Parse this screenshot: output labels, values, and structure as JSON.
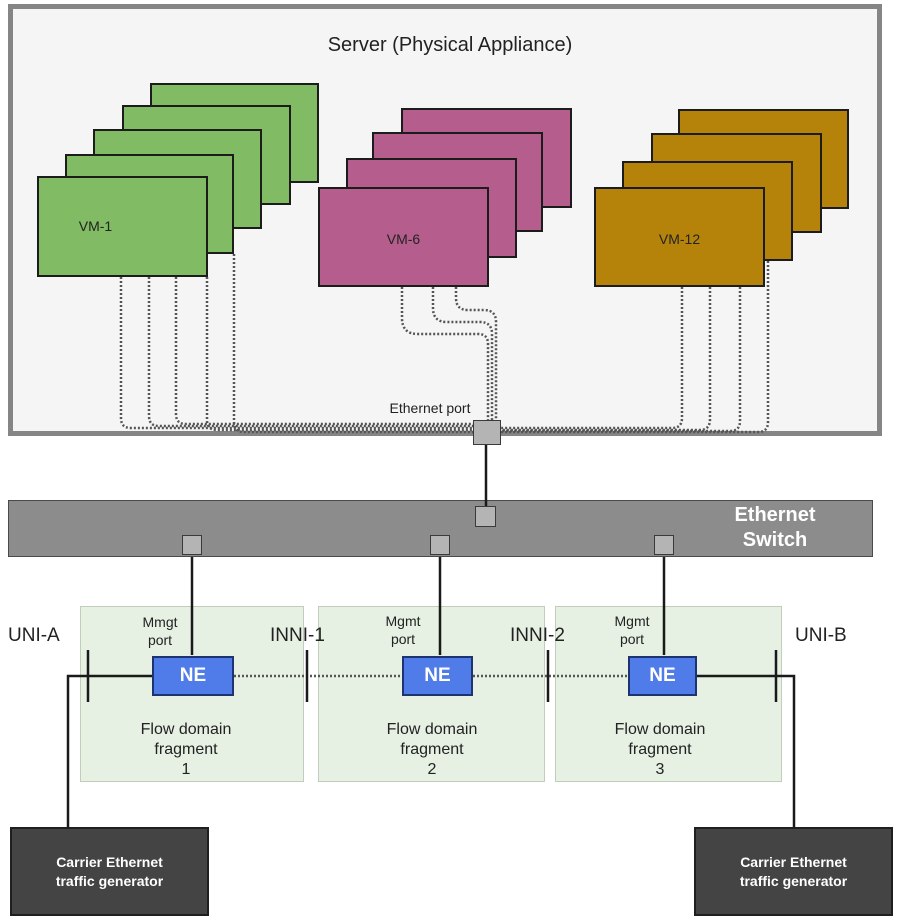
{
  "server": {
    "title": "Server (Physical Appliance)",
    "port_label": "Ethernet port"
  },
  "vms": {
    "group1": "VM-1",
    "group2": "VM-6",
    "group3": "VM-12"
  },
  "switch": {
    "label_line1": "Ethernet",
    "label_line2": "Switch"
  },
  "interfaces": {
    "uni_a": "UNI-A",
    "inni_1": "INNI-1",
    "inni_2": "INNI-2",
    "uni_b": "UNI-B"
  },
  "fragments": [
    {
      "ne": "NE",
      "port_line1": "Mmgt",
      "port_line2": "port",
      "line1": "Flow domain",
      "line2": "fragment",
      "number": "1"
    },
    {
      "ne": "NE",
      "port_line1": "Mgmt",
      "port_line2": "port",
      "line1": "Flow domain",
      "line2": "fragment",
      "number": "2"
    },
    {
      "ne": "NE",
      "port_line1": "Mgmt",
      "port_line2": "port",
      "line1": "Flow domain",
      "line2": "fragment",
      "number": "3"
    }
  ],
  "generators": {
    "left": {
      "line1": "Carrier Ethernet",
      "line2": "traffic generator"
    },
    "right": {
      "line1": "Carrier Ethernet",
      "line2": "traffic generator"
    }
  },
  "colors": {
    "vm_green": "#81bb63",
    "vm_pink": "#b55e8e",
    "vm_gold": "#b6830a",
    "ne_blue": "#4f7ce8",
    "switch_gray": "#8c8c8c"
  }
}
